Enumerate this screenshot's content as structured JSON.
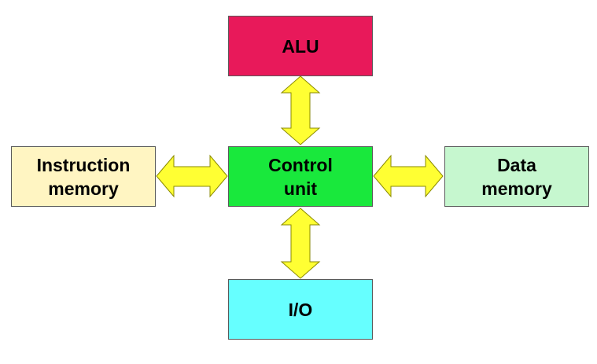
{
  "nodes": {
    "alu": {
      "label": "ALU",
      "color": "#e8195a"
    },
    "control_unit": {
      "label": "Control\nunit",
      "color": "#19e83c"
    },
    "instruction_memory": {
      "label": "Instruction\nmemory",
      "color": "#fff5c2"
    },
    "data_memory": {
      "label": "Data\nmemory",
      "color": "#c6f7cf"
    },
    "io": {
      "label": "I/O",
      "color": "#66ffff"
    }
  },
  "arrow_color": "#ffff33",
  "arrow_stroke": "#8a8a00",
  "edges": [
    {
      "from": "control_unit",
      "to": "alu",
      "direction": "bidirectional"
    },
    {
      "from": "control_unit",
      "to": "io",
      "direction": "bidirectional"
    },
    {
      "from": "control_unit",
      "to": "instruction_memory",
      "direction": "bidirectional"
    },
    {
      "from": "control_unit",
      "to": "data_memory",
      "direction": "bidirectional"
    }
  ]
}
